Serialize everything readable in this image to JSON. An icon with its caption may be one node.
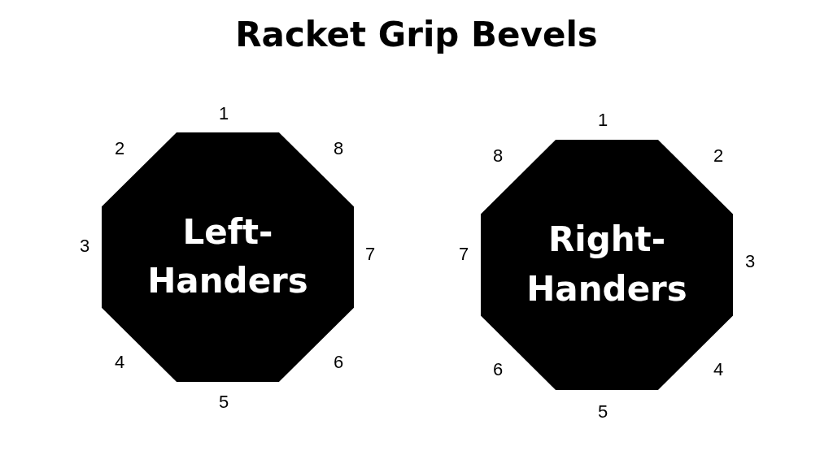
{
  "diagram": {
    "title": "Racket Grip Bevels",
    "nodes": [
      {
        "text": [
          "Left-Handers"
        ]
      },
      {
        "text": [
          "Right-Handers"
        ]
      }
    ],
    "labels": [
      "1",
      "2",
      "8",
      "3",
      "7",
      "4",
      "6",
      "5",
      "1",
      "8",
      "2",
      "7",
      "3",
      "6",
      "4",
      "5"
    ]
  }
}
